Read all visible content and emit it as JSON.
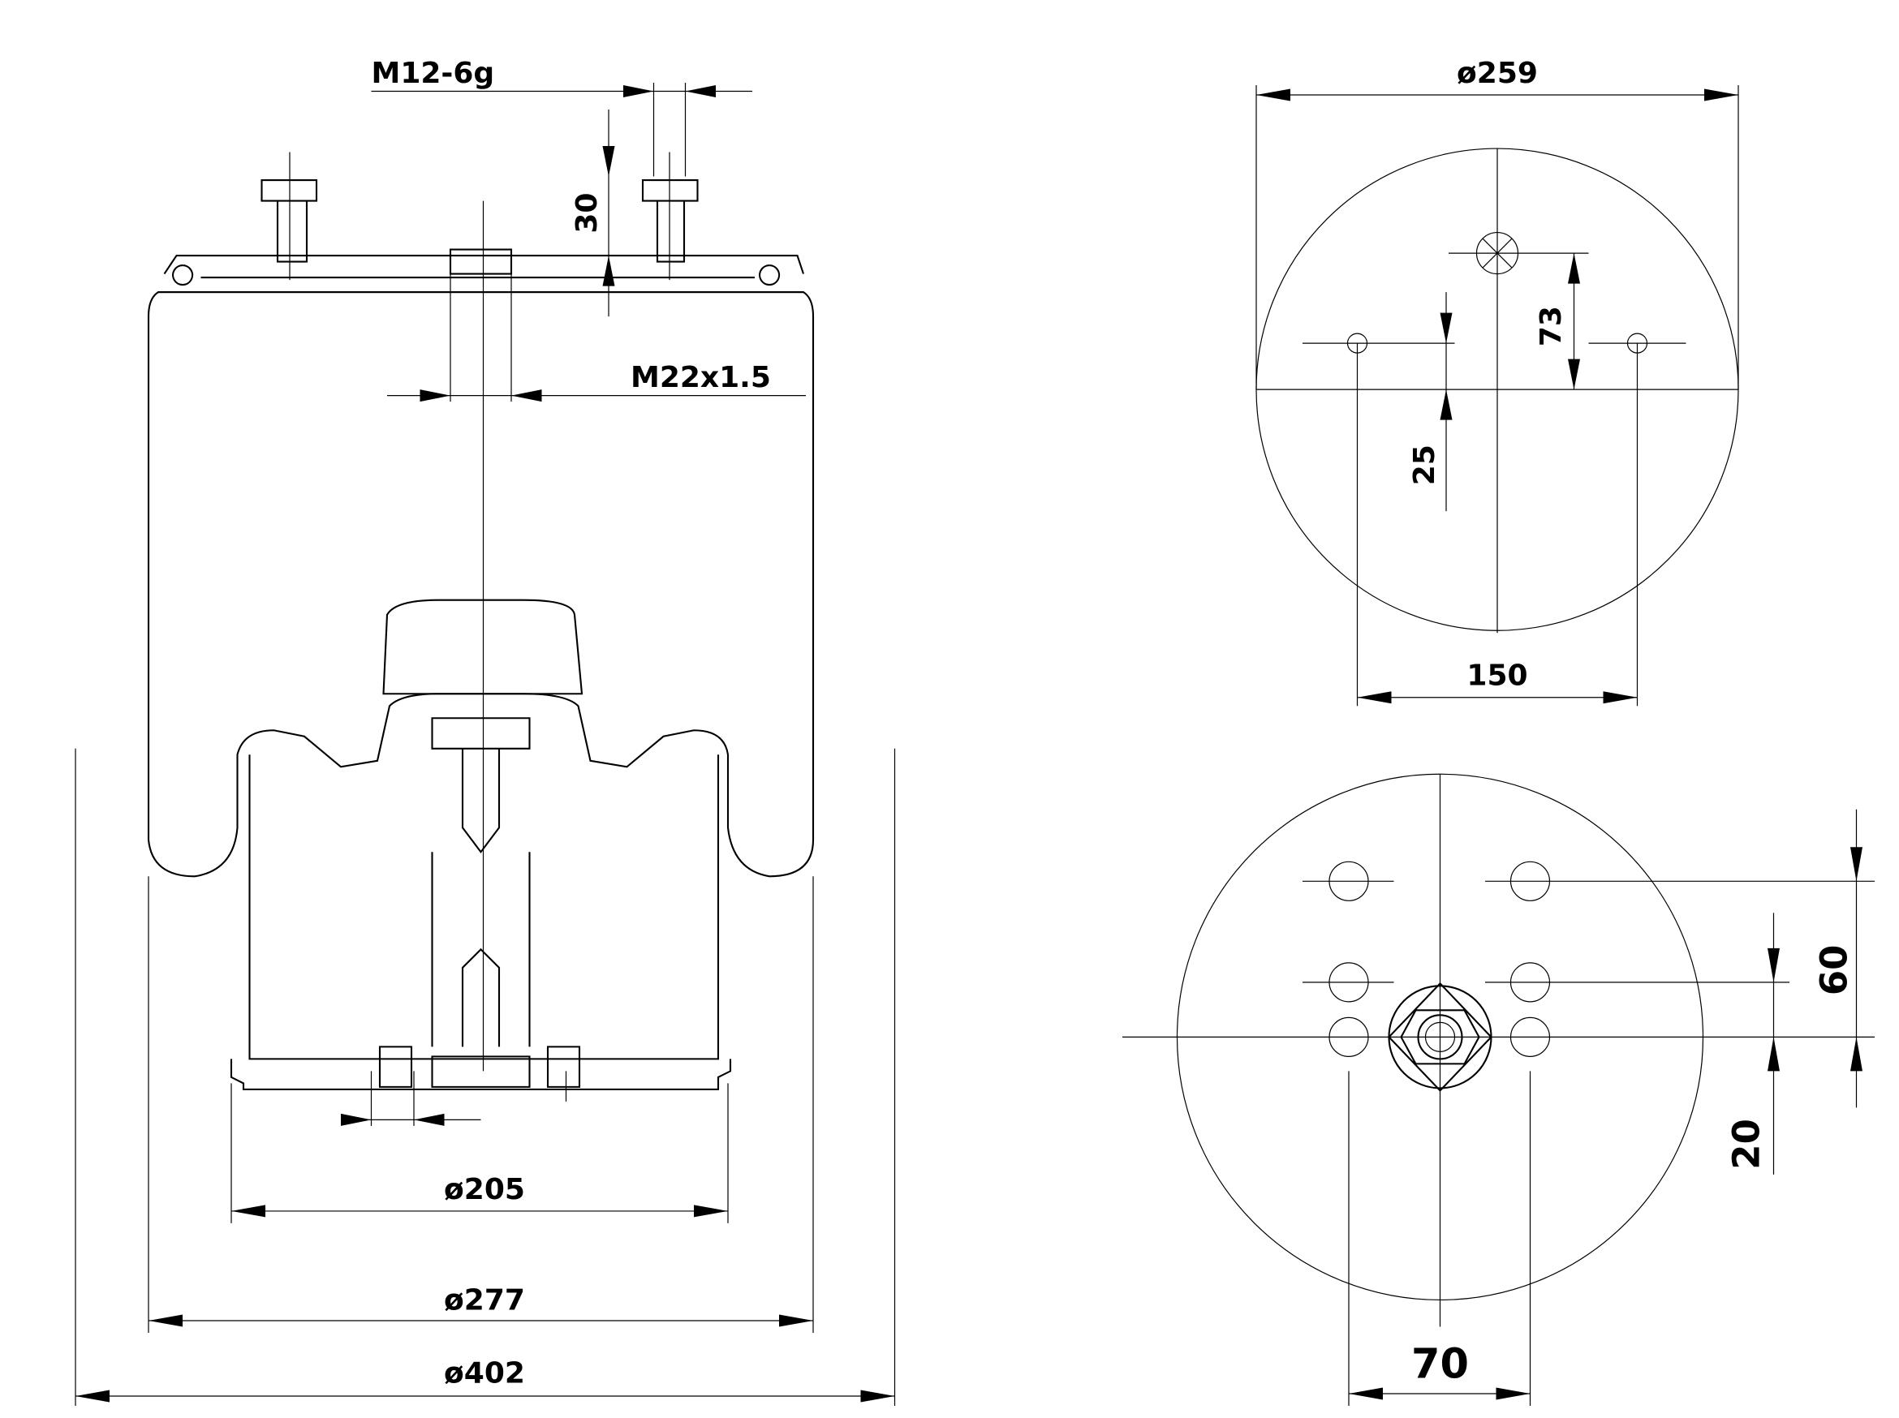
{
  "side_view": {
    "thread_bolt": "M12-6g",
    "bolt_height": "30",
    "thread_center": "M22x1.5",
    "piston_diameter": "ø205",
    "bellow_diameter": "ø277",
    "max_diameter": "ø402"
  },
  "top_view": {
    "plate_diameter": "ø259",
    "hole_spacing": "150",
    "center_offset": "73",
    "hole_offset": "25"
  },
  "bottom_view": {
    "hole_spacing_x": "70",
    "hole_spacing_y": "60",
    "hole_offset": "20"
  }
}
